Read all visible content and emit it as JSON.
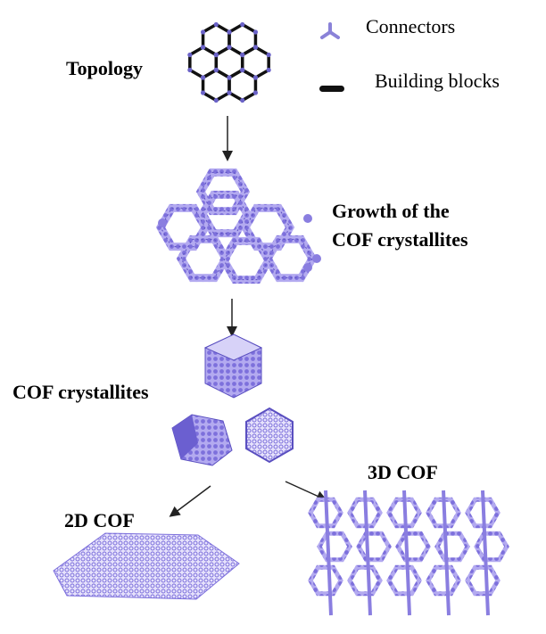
{
  "labels": {
    "topology": "Topology",
    "growth_line1": "Growth of the",
    "growth_line2": "COF crystallites",
    "crystallites": "COF crystallites",
    "cof2d": "2D COF",
    "cof3d": "3D COF"
  },
  "legend": {
    "connectors": "Connectors",
    "building_blocks": "Building blocks"
  },
  "colors": {
    "lattice": "#8a7ee0",
    "lattice_dark": "#5a4fc0",
    "lattice_light": "#c9c2f4",
    "bond": "#111111"
  }
}
